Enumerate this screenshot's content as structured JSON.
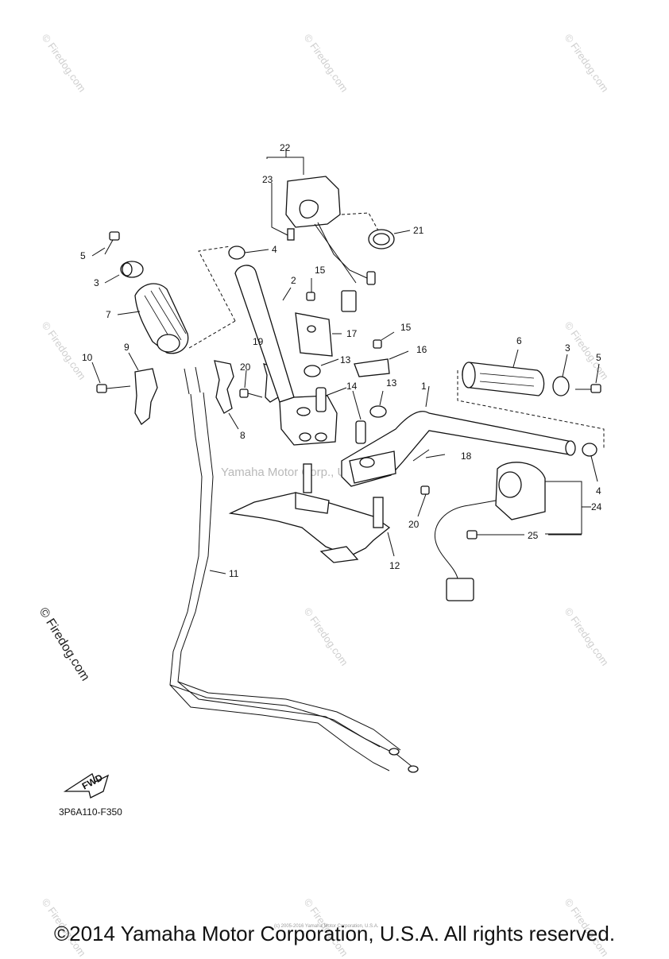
{
  "watermarks": {
    "small": "© Firedog.com",
    "large": "© Firedog.com",
    "center": "Yamaha Motor Corp., U.S.A."
  },
  "diagram_code": "3P6A110-F350",
  "direction_marker": "FWD",
  "fine_print": "(c) 2005-2016 Yamaha Motor Corporation, U.S.A.",
  "footer": "©2014 Yamaha Motor Corporation, U.S.A. All rights reserved.",
  "callouts": {
    "c1": "1",
    "c2": "2",
    "c3a": "3",
    "c3b": "3",
    "c4a": "4",
    "c4b": "4",
    "c5a": "5",
    "c5b": "5",
    "c6": "6",
    "c7": "7",
    "c8": "8",
    "c9": "9",
    "c10": "10",
    "c11": "11",
    "c12": "12",
    "c13a": "13",
    "c13b": "13",
    "c14": "14",
    "c15a": "15",
    "c15b": "15",
    "c16": "16",
    "c17": "17",
    "c18": "18",
    "c19": "19",
    "c20a": "20",
    "c20b": "20",
    "c21": "21",
    "c22": "22",
    "c23": "23",
    "c24": "24",
    "c25": "25"
  }
}
